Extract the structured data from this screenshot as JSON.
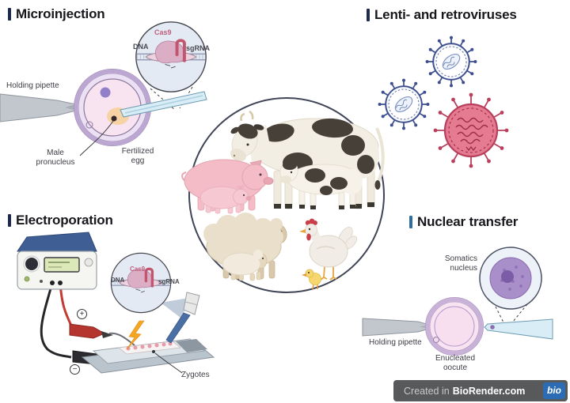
{
  "sections": {
    "microinjection": {
      "title": "Microinjection",
      "labels": {
        "holding_pipette": "Holding pipette",
        "male_pronucleus": "Male pronucleus",
        "fertilized_egg": "Fertilized egg"
      },
      "inset": {
        "cas9": "Cas9",
        "dna": "DNA",
        "sgrna": "sgRNA"
      }
    },
    "lenti_retro": {
      "title": "Lenti- and retroviruses",
      "viruses": [
        "lentivirus",
        "lentivirus",
        "retrovirus"
      ]
    },
    "electroporation": {
      "title": "Electroporation",
      "labels": {
        "zygotes": "Zygotes",
        "positive": "+",
        "negative": "−"
      },
      "inset": {
        "cas9": "Cas9",
        "dna": "DNA",
        "sgrna": "sgRNA"
      }
    },
    "nuclear_transfer": {
      "title": "Nuclear transfer",
      "labels": {
        "somatics_nucleus": "Somatics nucleus",
        "holding_pipette": "Holding pipette",
        "enucleated_oocute": "Enucleated oocute"
      }
    },
    "center": {
      "animals": [
        "cow",
        "calf",
        "pig",
        "piglet",
        "sheep",
        "lamb",
        "hen",
        "chick"
      ]
    }
  },
  "badge": {
    "created_in": "Created in",
    "brand": "BioRender.com",
    "logo": "bio"
  },
  "colors": {
    "header_bar": "#1d2a4c",
    "nuclear_header_bar": "#2e6d9d",
    "virus_blue": "#3c4e8e",
    "virus_red": "#b8405c",
    "device_blue": "#3f5e94",
    "zygote_pink": "#e89aa8",
    "badge_bg": "#58595b",
    "badge_logo_bg": "#2b6cb4"
  }
}
